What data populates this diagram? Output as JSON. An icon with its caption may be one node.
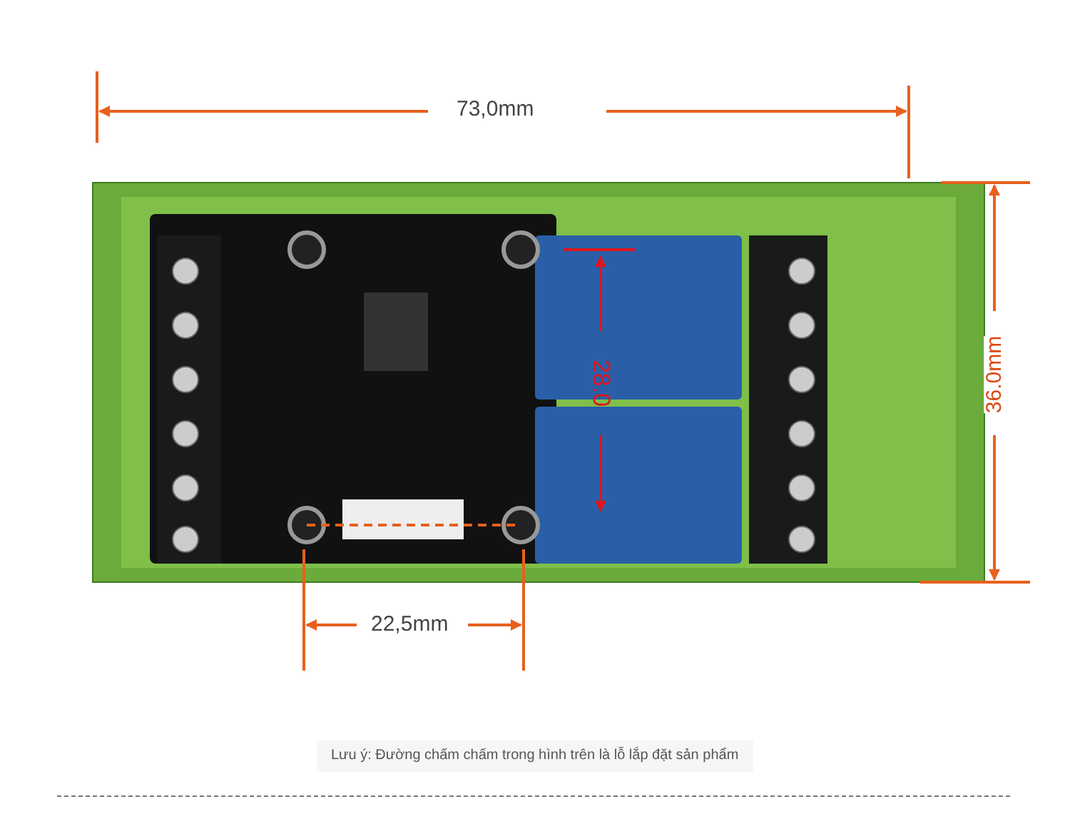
{
  "diagram": {
    "labels": [
      "73,0mm",
      "36.0mm",
      "28.0",
      "22,5mm",
      "Lưu ý: Đường chấm chấm trong hình trên là lỗ lắp đặt sản phẩm"
    ]
  }
}
